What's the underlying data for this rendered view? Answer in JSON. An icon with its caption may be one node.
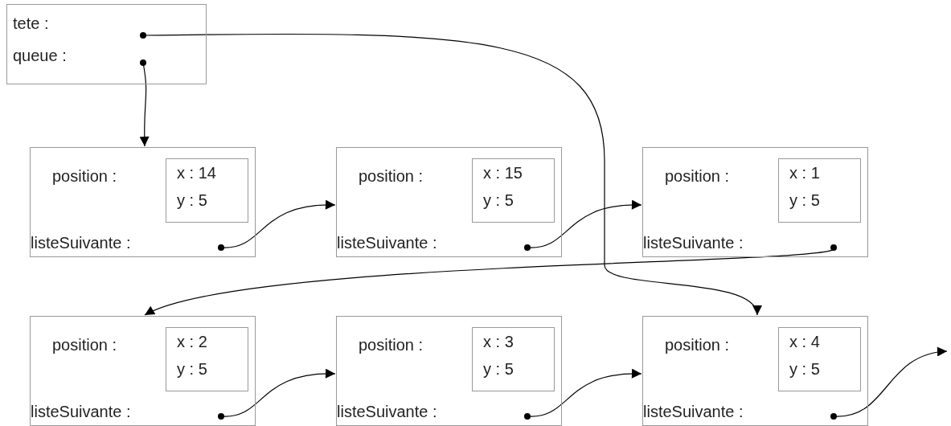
{
  "diagram": {
    "nodes": [
      {
        "text": [
          "tete :",
          "queue :"
        ]
      },
      {
        "text": [
          "position :",
          "listeSuivante :"
        ]
      },
      {
        "text": [
          "x : 14",
          "y : 5"
        ],
        "in": 1
      },
      {
        "text": [
          "position :",
          "listeSuivante :"
        ]
      },
      {
        "text": [
          "x : 15",
          "y : 5"
        ],
        "in": 3
      },
      {
        "text": [
          "position :",
          "listeSuivante :"
        ]
      },
      {
        "text": [
          "x : 1",
          "y : 5"
        ],
        "in": 5
      },
      {
        "text": [
          "position :",
          "listeSuivante :"
        ]
      },
      {
        "text": [
          "x : 2",
          "y : 5"
        ],
        "in": 7
      },
      {
        "text": [
          "position :",
          "listeSuivante :"
        ]
      },
      {
        "text": [
          "x : 3",
          "y : 5"
        ],
        "in": 9
      },
      {
        "text": [
          "position :",
          "listeSuivante :"
        ]
      },
      {
        "text": [
          "x : 4",
          "y : 5"
        ],
        "in": 11
      }
    ],
    "edges": [
      {
        "from": 0,
        "to": 11,
        "arrow": "to"
      },
      {
        "from": 0,
        "to": 1,
        "arrow": "to"
      },
      {
        "from": 1,
        "to": 3,
        "arrow": "to"
      },
      {
        "from": 3,
        "to": 5,
        "arrow": "to"
      },
      {
        "from": 5,
        "to": 7,
        "arrow": "to"
      },
      {
        "from": 7,
        "to": 9,
        "arrow": "to"
      },
      {
        "from": 9,
        "to": 11,
        "arrow": "to"
      },
      {
        "from": 11,
        "to": null,
        "arrow": "to"
      }
    ]
  }
}
